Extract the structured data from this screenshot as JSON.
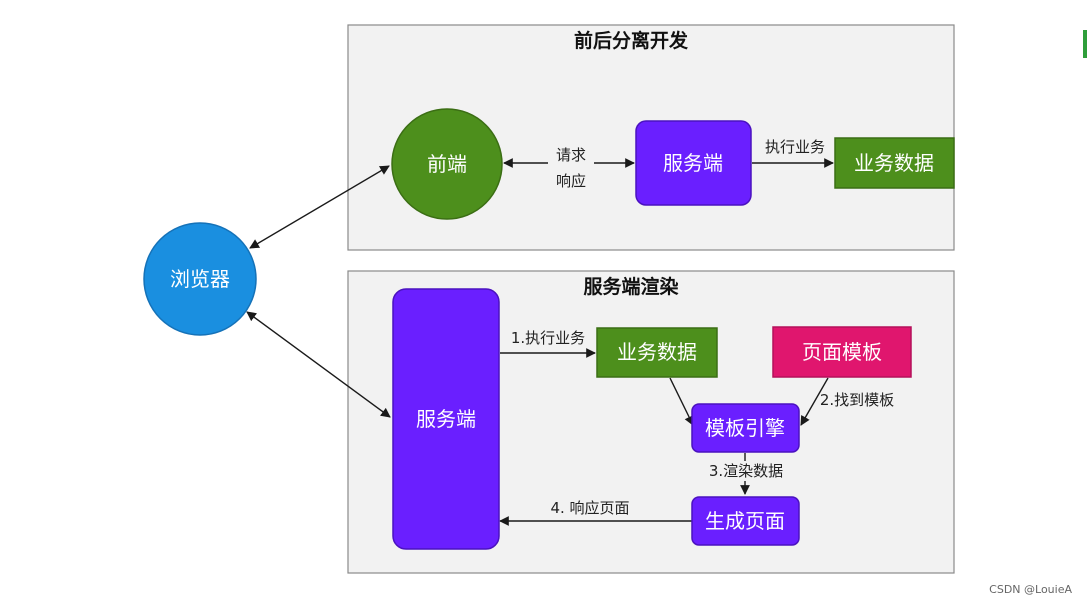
{
  "panels": {
    "top_title": "前后分离开发",
    "bottom_title": "服务端渲染"
  },
  "nodes": {
    "browser": "浏览器",
    "frontend": "前端",
    "server_top": "服务端",
    "data_top": "业务数据",
    "server_bottom": "服务端",
    "data_bottom": "业务数据",
    "page_template": "页面模板",
    "template_engine": "模板引擎",
    "generate_page": "生成页面"
  },
  "edges": {
    "request": "请求",
    "response": "响应",
    "exec_business_top": "执行业务",
    "step1": "1.执行业务",
    "step2": "2.找到模板",
    "step3": "3.渲染数据",
    "step4": "4. 响应页面"
  },
  "colors": {
    "browser": "#1a8fe0",
    "frontend": "#4d8f1c",
    "server": "#6a1fff",
    "data": "#4d8f1c",
    "template": "#e0166e",
    "edge": "#1a1a1a"
  },
  "watermark": "CSDN @LouieA"
}
